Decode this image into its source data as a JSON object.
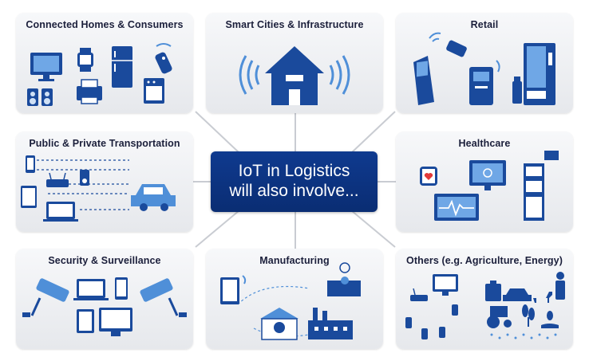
{
  "center": {
    "line1": "IoT in Logistics",
    "line2": "will also involve..."
  },
  "panels": {
    "connected_homes": {
      "title": "Connected Homes & Consumers"
    },
    "smart_cities": {
      "title": "Smart Cities & Infrastructure"
    },
    "retail": {
      "title": "Retail"
    },
    "transportation": {
      "title": "Public & Private Transportation"
    },
    "healthcare": {
      "title": "Healthcare"
    },
    "security": {
      "title": "Security & Surveillance"
    },
    "manufacturing": {
      "title": "Manufacturing"
    },
    "others": {
      "title": "Others (e.g. Agriculture, Energy)"
    }
  },
  "colors": {
    "accent": "#1a4a9c",
    "center_bg": "#0f3a8f",
    "light_blue": "#4f8fd8",
    "panel_bg": "#eceef2",
    "title": "#1b1f3b",
    "connector": "#c9ccd2"
  }
}
